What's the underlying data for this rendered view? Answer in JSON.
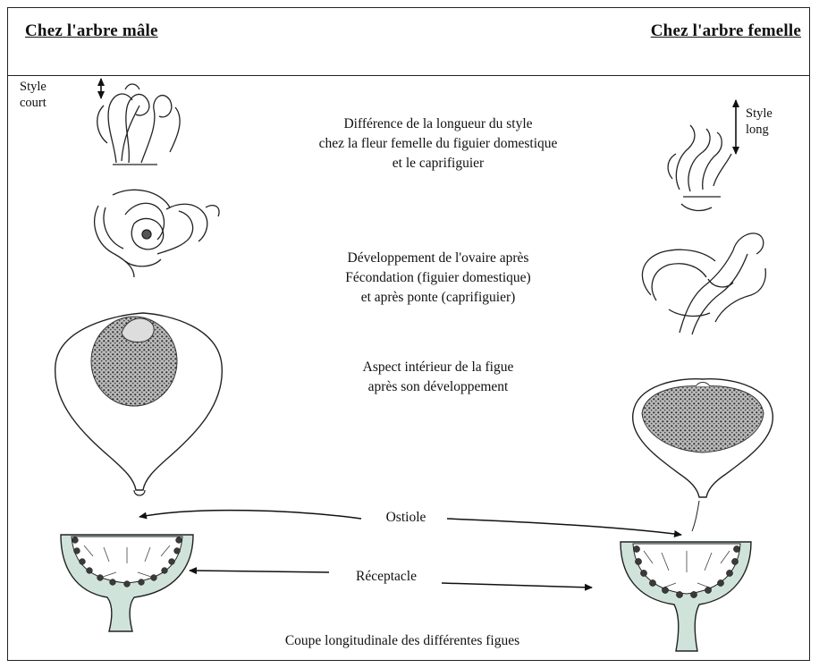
{
  "header": {
    "male_tree": "Chez  l'arbre mâle",
    "female_tree": "Chez  l'arbre femelle"
  },
  "labels": {
    "style_court": [
      "Style",
      "court"
    ],
    "style_long": [
      "Style",
      "long"
    ],
    "style_difference": [
      "Différence de la longueur du style",
      "chez la fleur femelle du figuier domestique",
      "et le caprifiguier"
    ],
    "ovary_development": [
      "Développement de l'ovaire après",
      "Fécondation (figuier domestique)",
      "et après ponte (caprifiguier)"
    ],
    "fig_interior": [
      "Aspect intérieur de la figue",
      "après son développement"
    ],
    "ostiole": "Ostiole",
    "receptacle": "Réceptacle",
    "caption": "Coupe longitudinale des différentes figues"
  },
  "colors": {
    "ink": "#222222",
    "receptacle_fill": "#cfe3db",
    "seed_fill": "#3a3a3a"
  }
}
